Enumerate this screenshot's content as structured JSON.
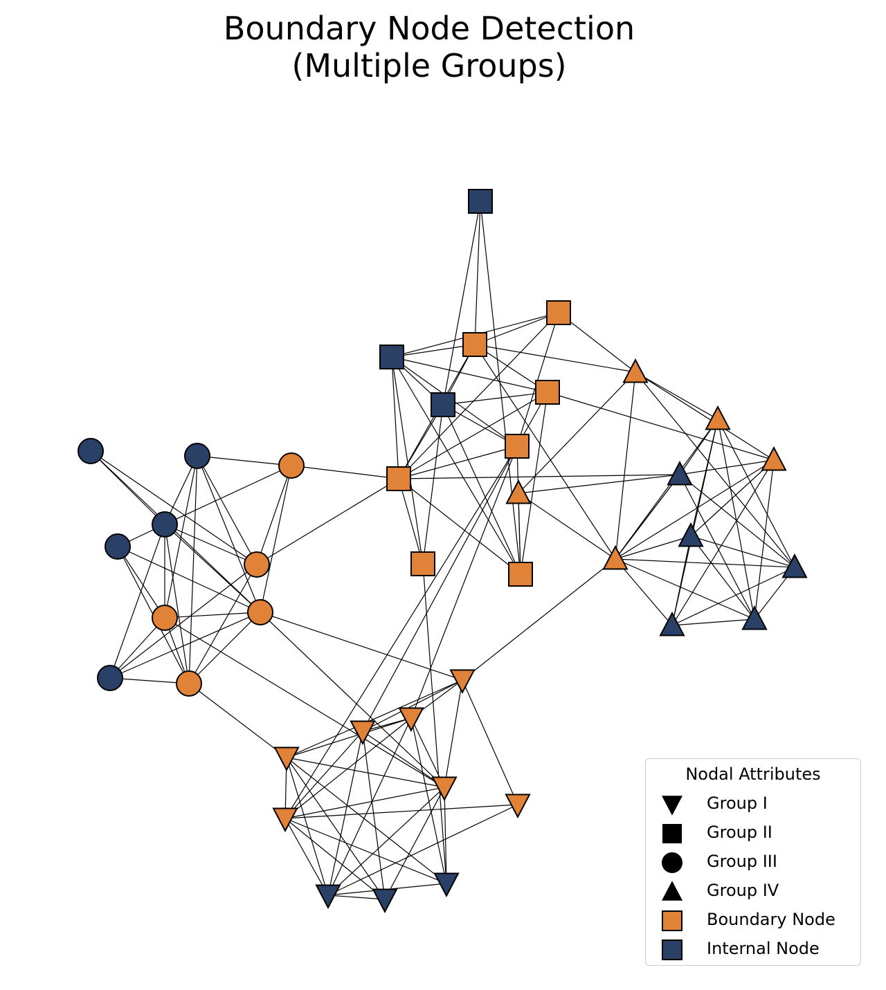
{
  "title": {
    "line1": "Boundary Node Detection",
    "line2": "(Multiple Groups)"
  },
  "colors": {
    "boundary": "#e08338",
    "internal": "#2a4066",
    "edge": "#000000",
    "marker_black": "#000000"
  },
  "legend": {
    "title": "Nodal Attributes",
    "items": [
      {
        "label": "Group I",
        "marker": "triangle-down",
        "color": "#000000"
      },
      {
        "label": "Group II",
        "marker": "square",
        "color": "#000000"
      },
      {
        "label": "Group III",
        "marker": "circle",
        "color": "#000000"
      },
      {
        "label": "Group IV",
        "marker": "triangle-up",
        "color": "#000000"
      },
      {
        "label": "Boundary Node",
        "marker": "square",
        "color": "#e08338"
      },
      {
        "label": "Internal Node",
        "marker": "square",
        "color": "#2a4066"
      }
    ]
  },
  "groups": {
    "I": "triangle-down",
    "II": "square",
    "III": "circle",
    "IV": "triangle-up"
  },
  "nodes": [
    {
      "id": "c1",
      "group": "III",
      "status": "internal"
    },
    {
      "id": "c2",
      "group": "III",
      "status": "internal"
    },
    {
      "id": "c3",
      "group": "III",
      "status": "internal"
    },
    {
      "id": "c4",
      "group": "III",
      "status": "internal"
    },
    {
      "id": "c5",
      "group": "III",
      "status": "internal"
    },
    {
      "id": "c6",
      "group": "III",
      "status": "boundary"
    },
    {
      "id": "c7",
      "group": "III",
      "status": "boundary"
    },
    {
      "id": "c8",
      "group": "III",
      "status": "boundary"
    },
    {
      "id": "c9",
      "group": "III",
      "status": "boundary"
    },
    {
      "id": "c10",
      "group": "III",
      "status": "boundary"
    },
    {
      "id": "s1",
      "group": "II",
      "status": "internal"
    },
    {
      "id": "s2",
      "group": "II",
      "status": "boundary"
    },
    {
      "id": "s3",
      "group": "II",
      "status": "boundary"
    },
    {
      "id": "s4",
      "group": "II",
      "status": "internal"
    },
    {
      "id": "s5",
      "group": "II",
      "status": "internal"
    },
    {
      "id": "s6",
      "group": "II",
      "status": "boundary"
    },
    {
      "id": "s7",
      "group": "II",
      "status": "boundary"
    },
    {
      "id": "s8",
      "group": "II",
      "status": "boundary"
    },
    {
      "id": "s9",
      "group": "II",
      "status": "boundary"
    },
    {
      "id": "s10",
      "group": "II",
      "status": "boundary"
    },
    {
      "id": "t1",
      "group": "IV",
      "status": "boundary"
    },
    {
      "id": "t2",
      "group": "IV",
      "status": "boundary"
    },
    {
      "id": "t3",
      "group": "IV",
      "status": "internal"
    },
    {
      "id": "t4",
      "group": "IV",
      "status": "boundary"
    },
    {
      "id": "t5",
      "group": "IV",
      "status": "boundary"
    },
    {
      "id": "t6",
      "group": "IV",
      "status": "internal"
    },
    {
      "id": "t7",
      "group": "IV",
      "status": "boundary"
    },
    {
      "id": "t8",
      "group": "IV",
      "status": "internal"
    },
    {
      "id": "t9",
      "group": "IV",
      "status": "internal"
    },
    {
      "id": "t10",
      "group": "IV",
      "status": "internal"
    },
    {
      "id": "v1",
      "group": "I",
      "status": "boundary"
    },
    {
      "id": "v2",
      "group": "I",
      "status": "boundary"
    },
    {
      "id": "v3",
      "group": "I",
      "status": "boundary"
    },
    {
      "id": "v4",
      "group": "I",
      "status": "boundary"
    },
    {
      "id": "v5",
      "group": "I",
      "status": "boundary"
    },
    {
      "id": "v6",
      "group": "I",
      "status": "boundary"
    },
    {
      "id": "v7",
      "group": "I",
      "status": "boundary"
    },
    {
      "id": "v8",
      "group": "I",
      "status": "internal"
    },
    {
      "id": "v9",
      "group": "I",
      "status": "internal"
    },
    {
      "id": "v10",
      "group": "I",
      "status": "internal"
    }
  ],
  "edges": [
    [
      "c1",
      "c3"
    ],
    [
      "c1",
      "c7"
    ],
    [
      "c1",
      "c9"
    ],
    [
      "c2",
      "c6"
    ],
    [
      "c2",
      "c3"
    ],
    [
      "c2",
      "c7"
    ],
    [
      "c2",
      "c8"
    ],
    [
      "c2",
      "c9"
    ],
    [
      "c2",
      "c10"
    ],
    [
      "c3",
      "c6"
    ],
    [
      "c3",
      "c8"
    ],
    [
      "c3",
      "c10"
    ],
    [
      "c3",
      "c7"
    ],
    [
      "c3",
      "c9"
    ],
    [
      "c4",
      "c3"
    ],
    [
      "c4",
      "c8"
    ],
    [
      "c4",
      "c10"
    ],
    [
      "c4",
      "c9"
    ],
    [
      "c5",
      "c8"
    ],
    [
      "c5",
      "c10"
    ],
    [
      "c5",
      "c3"
    ],
    [
      "c5",
      "c9"
    ],
    [
      "c5",
      "c7"
    ],
    [
      "c6",
      "c7"
    ],
    [
      "c6",
      "c9"
    ],
    [
      "c6",
      "s7"
    ],
    [
      "c7",
      "s7"
    ],
    [
      "c7",
      "c10"
    ],
    [
      "c8",
      "c9"
    ],
    [
      "c8",
      "c10"
    ],
    [
      "c9",
      "c10"
    ],
    [
      "c9",
      "v1"
    ],
    [
      "c9",
      "v5"
    ],
    [
      "c10",
      "v4"
    ],
    [
      "c8",
      "v5"
    ],
    [
      "s1",
      "s5"
    ],
    [
      "s1",
      "s3"
    ],
    [
      "s1",
      "s10"
    ],
    [
      "s2",
      "t1"
    ],
    [
      "s2",
      "s4"
    ],
    [
      "s2",
      "s7"
    ],
    [
      "s2",
      "s3"
    ],
    [
      "s2",
      "s8"
    ],
    [
      "s3",
      "s4"
    ],
    [
      "s3",
      "s5"
    ],
    [
      "s3",
      "s6"
    ],
    [
      "s3",
      "s7"
    ],
    [
      "s3",
      "t1"
    ],
    [
      "s4",
      "s5"
    ],
    [
      "s4",
      "s7"
    ],
    [
      "s4",
      "s6"
    ],
    [
      "s4",
      "s10"
    ],
    [
      "s4",
      "s8"
    ],
    [
      "s4",
      "s9"
    ],
    [
      "s5",
      "s7"
    ],
    [
      "s5",
      "s6"
    ],
    [
      "s5",
      "s8"
    ],
    [
      "s5",
      "s9"
    ],
    [
      "s5",
      "s10"
    ],
    [
      "s6",
      "s7"
    ],
    [
      "s6",
      "s8"
    ],
    [
      "s6",
      "s10"
    ],
    [
      "s6",
      "t4"
    ],
    [
      "s7",
      "s8"
    ],
    [
      "s7",
      "t3"
    ],
    [
      "s7",
      "s9"
    ],
    [
      "s8",
      "s10"
    ],
    [
      "s8",
      "v3"
    ],
    [
      "s8",
      "v2"
    ],
    [
      "s8",
      "v6"
    ],
    [
      "s9",
      "v8"
    ],
    [
      "s3",
      "t7"
    ],
    [
      "s10",
      "t5"
    ],
    [
      "s7",
      "s10"
    ],
    [
      "t1",
      "t2"
    ],
    [
      "t1",
      "t4"
    ],
    [
      "t1",
      "t7"
    ],
    [
      "t1",
      "t5"
    ],
    [
      "t1",
      "t8"
    ],
    [
      "t2",
      "t6"
    ],
    [
      "t2",
      "t7"
    ],
    [
      "t2",
      "t3"
    ],
    [
      "t2",
      "t9"
    ],
    [
      "t2",
      "t10"
    ],
    [
      "t2",
      "t8"
    ],
    [
      "t3",
      "t7"
    ],
    [
      "t3",
      "t8"
    ],
    [
      "t3",
      "t10"
    ],
    [
      "t4",
      "t6"
    ],
    [
      "t4",
      "t9"
    ],
    [
      "t4",
      "t10"
    ],
    [
      "t4",
      "t3"
    ],
    [
      "t4",
      "t7"
    ],
    [
      "t5",
      "t7"
    ],
    [
      "t5",
      "t3"
    ],
    [
      "t6",
      "t7"
    ],
    [
      "t6",
      "t9"
    ],
    [
      "t6",
      "t10"
    ],
    [
      "t6",
      "t8"
    ],
    [
      "t7",
      "t3"
    ],
    [
      "t7",
      "t8"
    ],
    [
      "t7",
      "t9"
    ],
    [
      "t7",
      "t10"
    ],
    [
      "t7",
      "v1"
    ],
    [
      "t8",
      "t9"
    ],
    [
      "t8",
      "t10"
    ],
    [
      "t9",
      "t10"
    ],
    [
      "v1",
      "v3"
    ],
    [
      "v1",
      "v4"
    ],
    [
      "v1",
      "v5"
    ],
    [
      "v1",
      "v2"
    ],
    [
      "v1",
      "v7"
    ],
    [
      "v2",
      "v4"
    ],
    [
      "v2",
      "v3"
    ],
    [
      "v2",
      "v5"
    ],
    [
      "v2",
      "v6"
    ],
    [
      "v2",
      "v8"
    ],
    [
      "v2",
      "v9"
    ],
    [
      "v3",
      "v5"
    ],
    [
      "v3",
      "v9"
    ],
    [
      "v3",
      "v10"
    ],
    [
      "v3",
      "v6"
    ],
    [
      "v4",
      "v6"
    ],
    [
      "v4",
      "v8"
    ],
    [
      "v4",
      "v9"
    ],
    [
      "v4",
      "v10"
    ],
    [
      "v4",
      "v5"
    ],
    [
      "v5",
      "v8"
    ],
    [
      "v5",
      "v9"
    ],
    [
      "v5",
      "v10"
    ],
    [
      "v5",
      "v6"
    ],
    [
      "v6",
      "v7"
    ],
    [
      "v6",
      "v8"
    ],
    [
      "v6",
      "v10"
    ],
    [
      "v6",
      "v9"
    ],
    [
      "v7",
      "v9"
    ],
    [
      "v8",
      "v9"
    ],
    [
      "v9",
      "v10"
    ]
  ]
}
